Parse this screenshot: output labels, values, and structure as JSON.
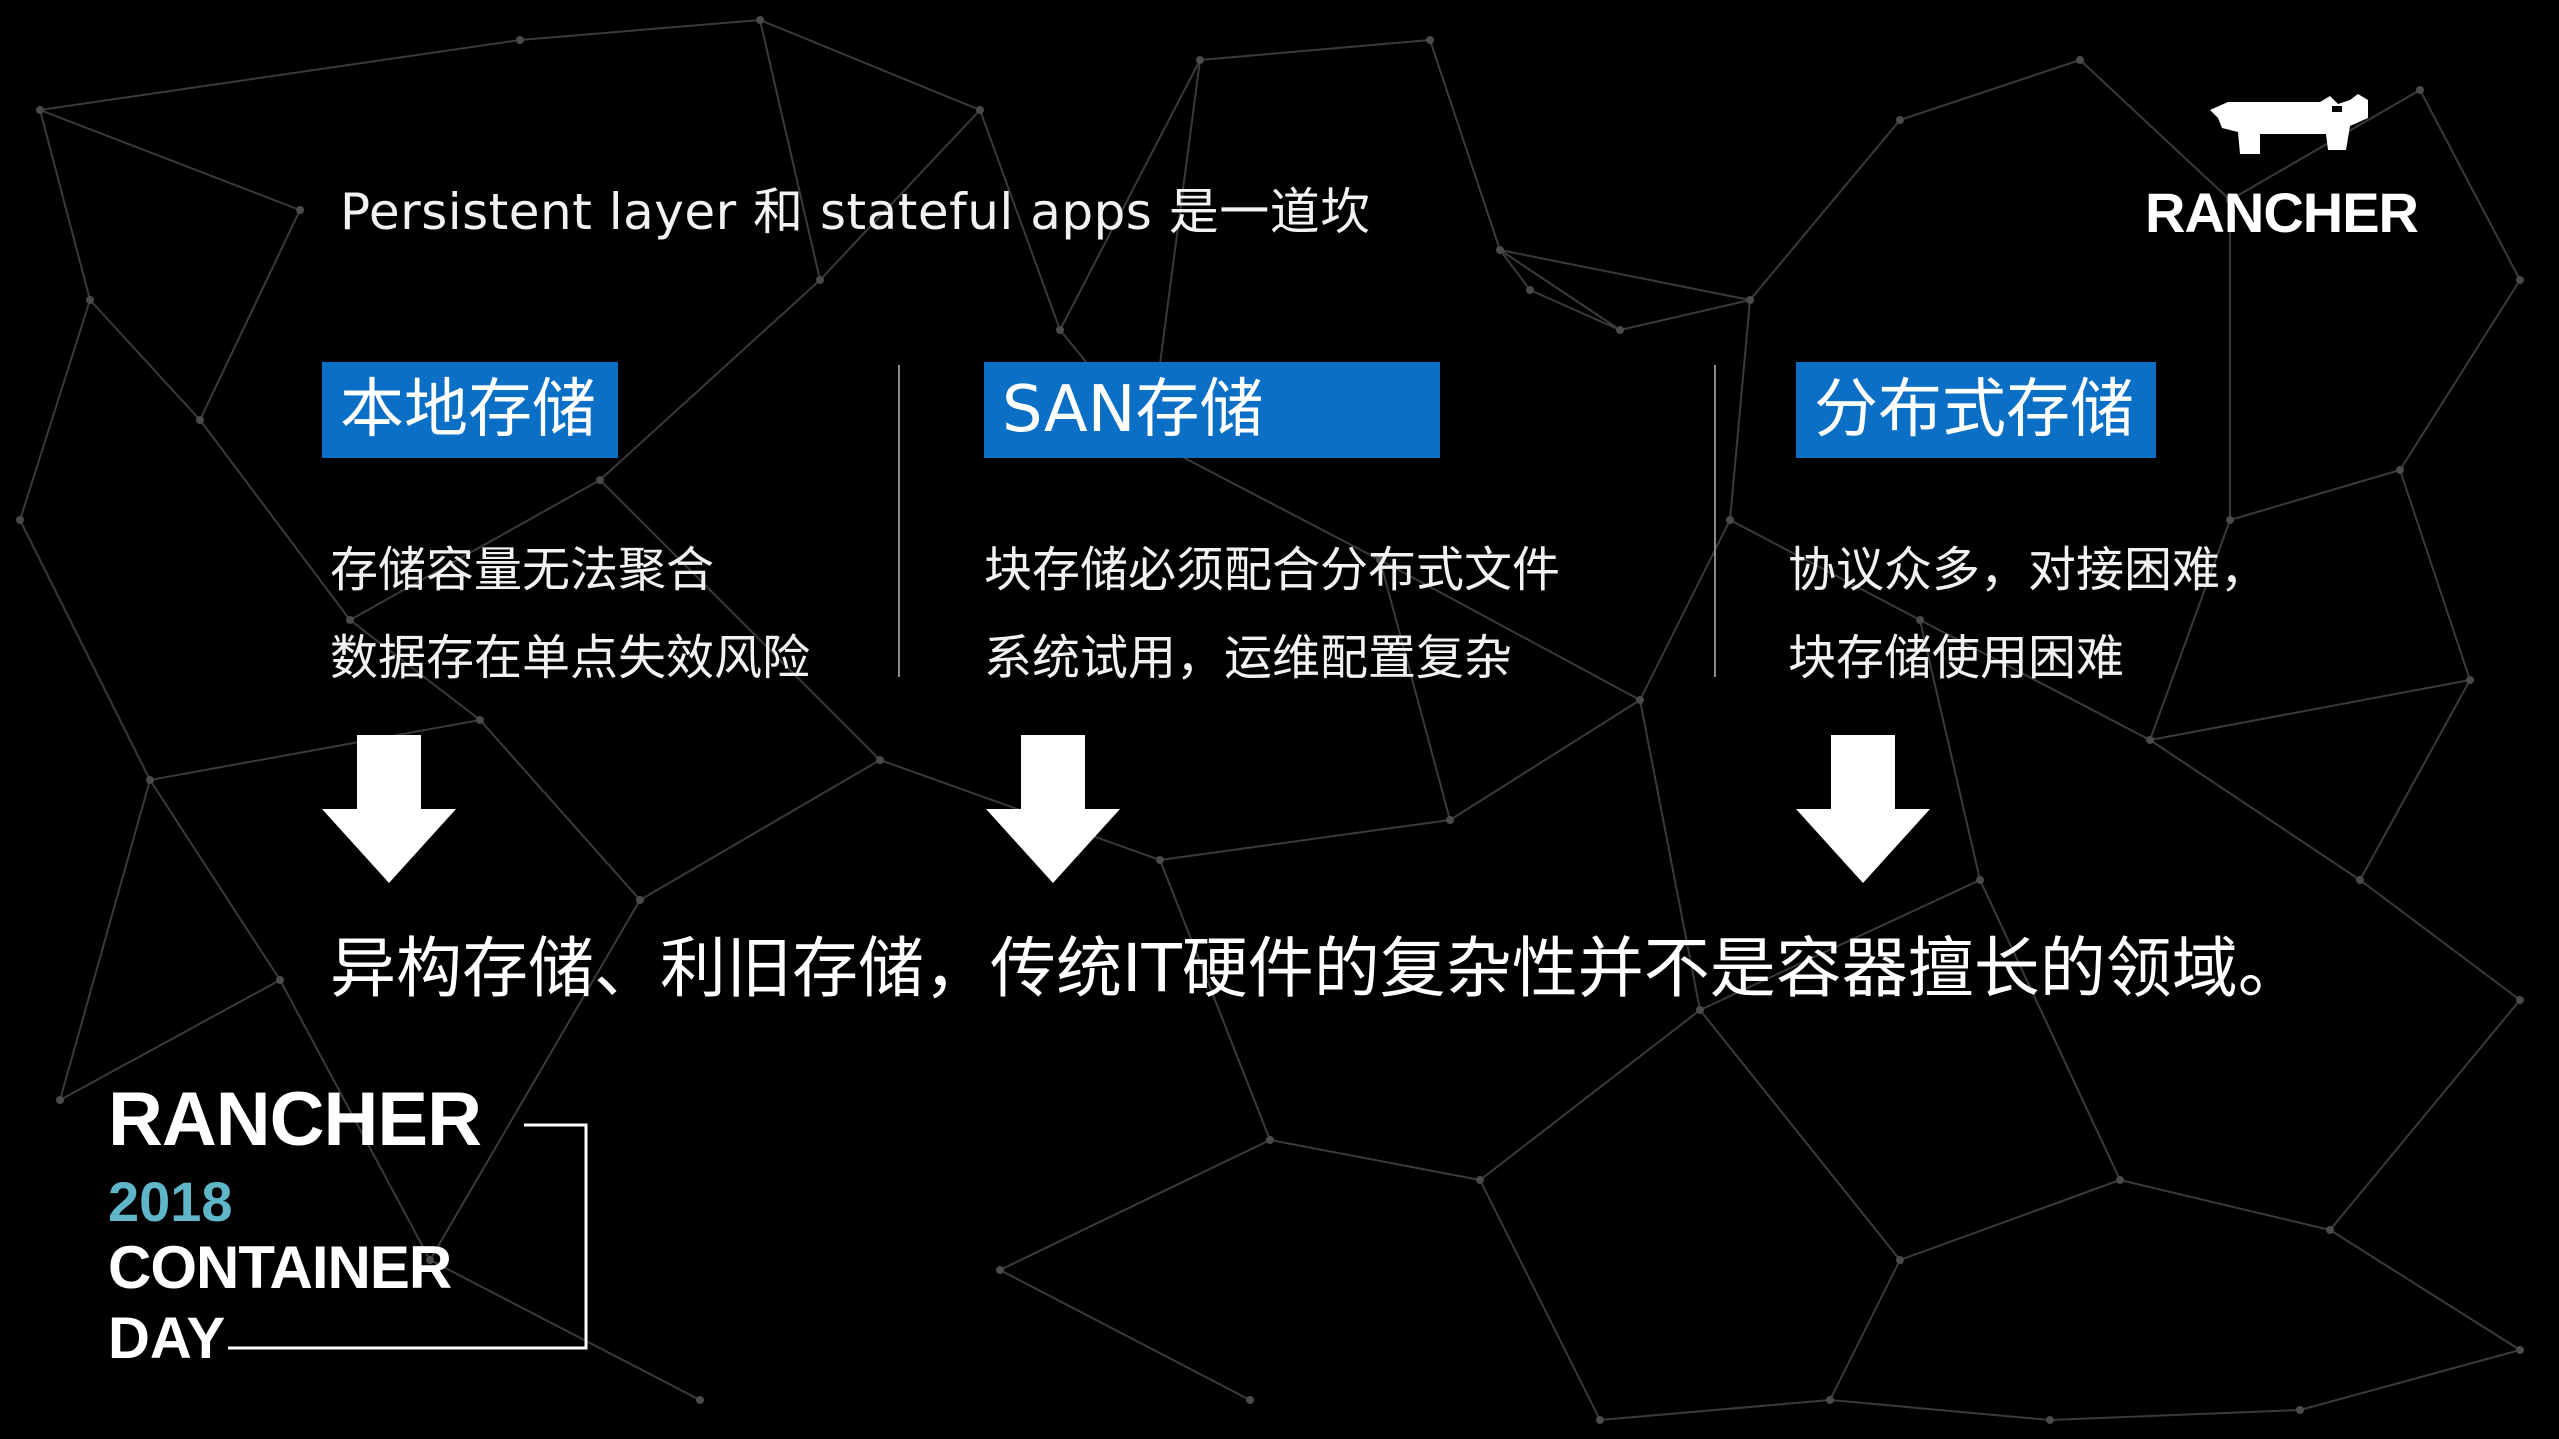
{
  "subtitle": "Persistent layer 和 stateful apps 是一道坎",
  "brand": {
    "name": "RANCHER"
  },
  "columns": [
    {
      "header": "本地存储",
      "lines": [
        "存储容量无法聚合",
        "数据存在单点失效风险"
      ]
    },
    {
      "header": "SAN存储",
      "lines": [
        "块存储必须配合分布式文件",
        "系统试用，运维配置复杂"
      ]
    },
    {
      "header": "分布式存储",
      "lines": [
        "协议众多，对接困难，",
        "块存储使用困难"
      ]
    }
  ],
  "conclusion": "异构存储、利旧存储，传统IT硬件的复杂性并不是容器擅长的领域。",
  "event_logo": {
    "line1": "RANCHER",
    "line2": "2018",
    "line3": "CONTAINER",
    "line4": "DAY"
  },
  "colors": {
    "background": "#000000",
    "header_fill": "#0b6fc5",
    "text": "#ffffff",
    "year_accent": "#5fb6c8",
    "mesh": "#3a3a3a"
  },
  "icons": [
    "down-arrow-icon",
    "rancher-cow-icon"
  ]
}
